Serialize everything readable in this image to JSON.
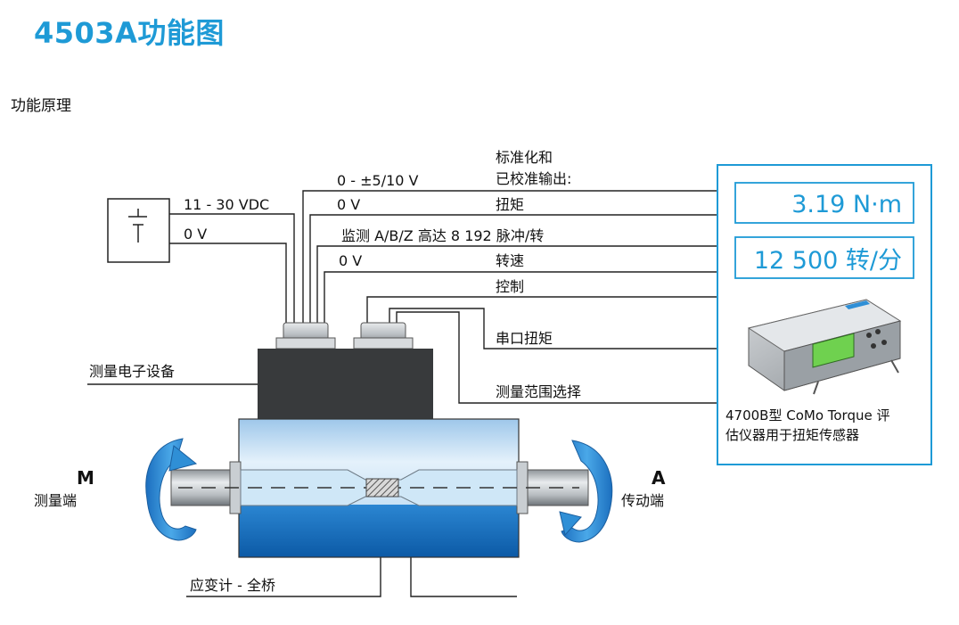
{
  "title": "4503A功能图",
  "subtitle": "功能原理",
  "labels": {
    "standardized_line1": "标准化和",
    "standardized_line2": "已校准输出:",
    "voltage_range": "0 - ±5/10 V",
    "supply_voltage": "11 - 30 VDC",
    "zero_v_torque": "0 V",
    "torque": "扭矩",
    "zero_v_supply": "0 V",
    "monitor_pulses": "监测 A/B/Z 高达 8 192 脉冲/转",
    "zero_v_speed": "0 V",
    "speed": "转速",
    "control": "控制",
    "serial_torque": "串口扭矩",
    "measuring_electronics": "测量电子设备",
    "range_select": "测量范围选择",
    "side_m": "M",
    "side_m_desc": "测量端",
    "side_a": "A",
    "side_a_desc": "传动端",
    "strain_gauge": "应变计 - 全桥"
  },
  "display": {
    "torque_value": "3.19 N·m",
    "speed_value": "12 500 转/分"
  },
  "evaluator": {
    "caption_line1": "4700B型 CoMo Torque 评",
    "caption_line2": "估仪器用于扭矩传感器"
  },
  "colors": {
    "title": "#1e9ad6",
    "panel_border": "#1e9ad6",
    "housing_light": "#dfeffa",
    "housing_dark": "#1467b6",
    "arrow_blue": "#2f8fd6"
  }
}
